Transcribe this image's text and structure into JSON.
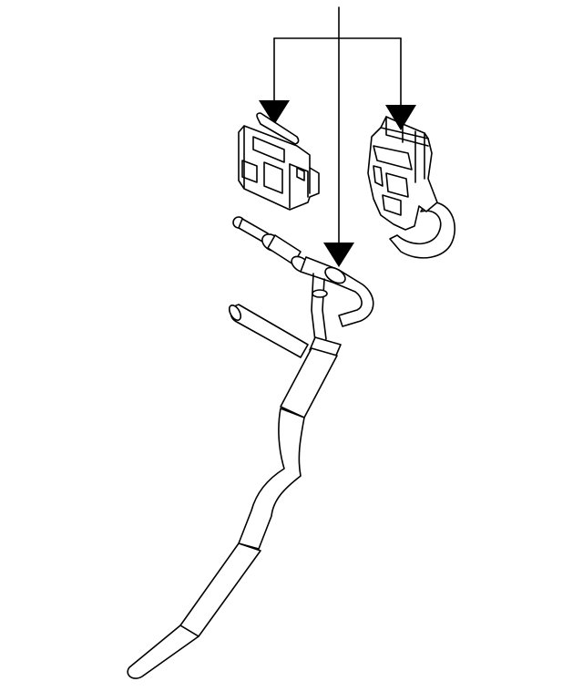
{
  "diagram": {
    "type": "exploded-parts-illustration",
    "background_color": "#ffffff",
    "line_color": "#000000",
    "parts": [
      {
        "id": "connector-left",
        "icon": "electrical-connector-icon"
      },
      {
        "id": "connector-right",
        "icon": "electrical-connector-icon"
      },
      {
        "id": "wire-harness",
        "icon": "wire-harness-icon"
      }
    ],
    "callouts": [
      {
        "id": "callout-top",
        "points_to": [
          "connector-left",
          "connector-right"
        ]
      },
      {
        "id": "callout-center",
        "points_to": [
          "wire-harness"
        ]
      }
    ]
  }
}
